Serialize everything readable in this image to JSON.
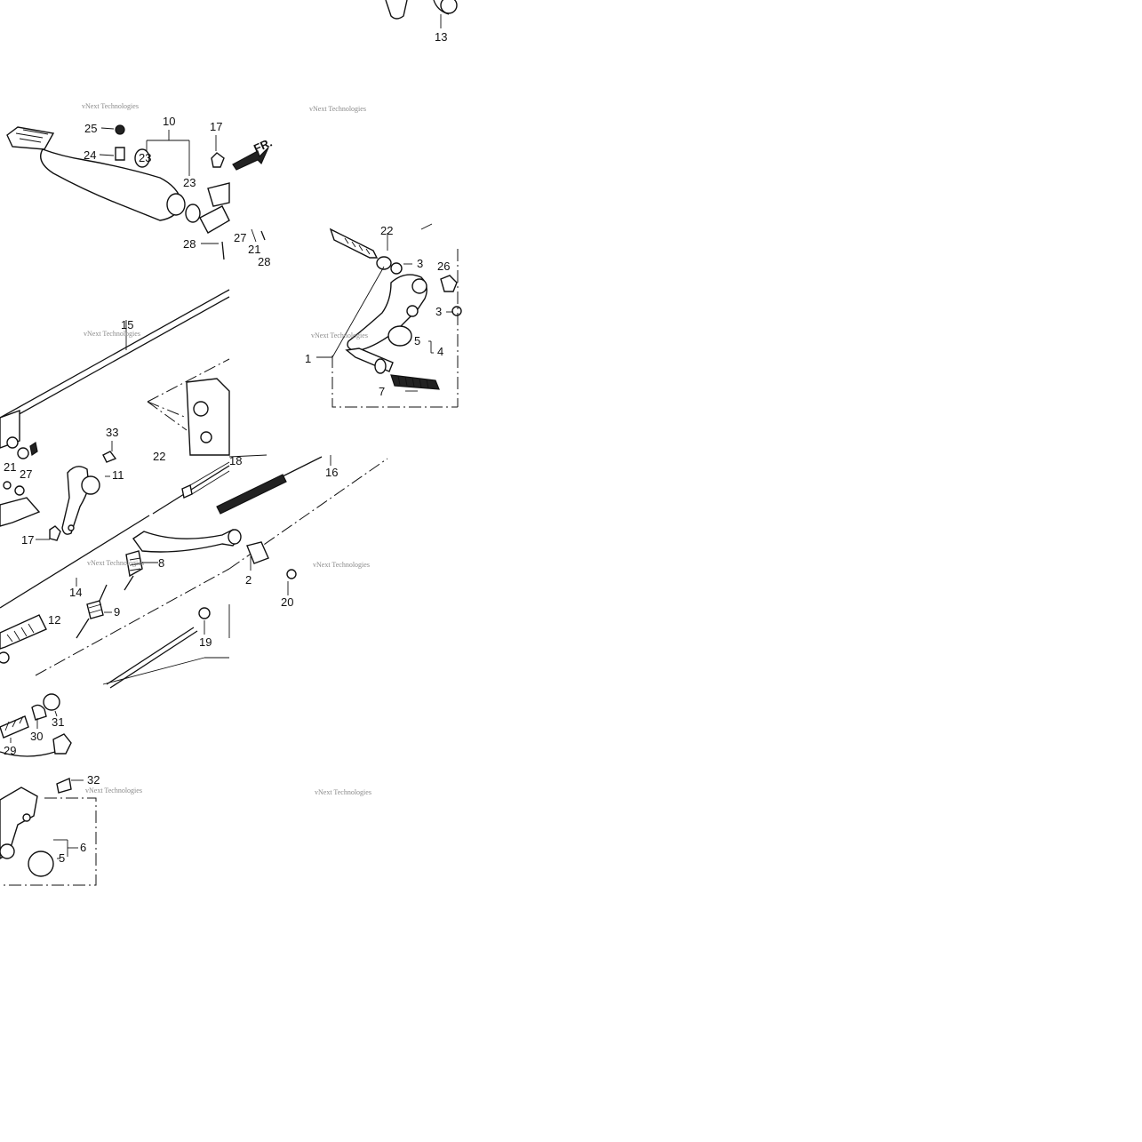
{
  "diagram": {
    "direction_label": "FR.",
    "watermark": "vNext Technologies",
    "callouts": [
      "1",
      "2",
      "3",
      "4",
      "5",
      "6",
      "7",
      "8",
      "9",
      "10",
      "11",
      "12",
      "13",
      "14",
      "15",
      "16",
      "17",
      "18",
      "19",
      "20",
      "21",
      "22",
      "23",
      "24",
      "25",
      "26",
      "27",
      "28",
      "29",
      "30",
      "31",
      "32",
      "33"
    ]
  }
}
